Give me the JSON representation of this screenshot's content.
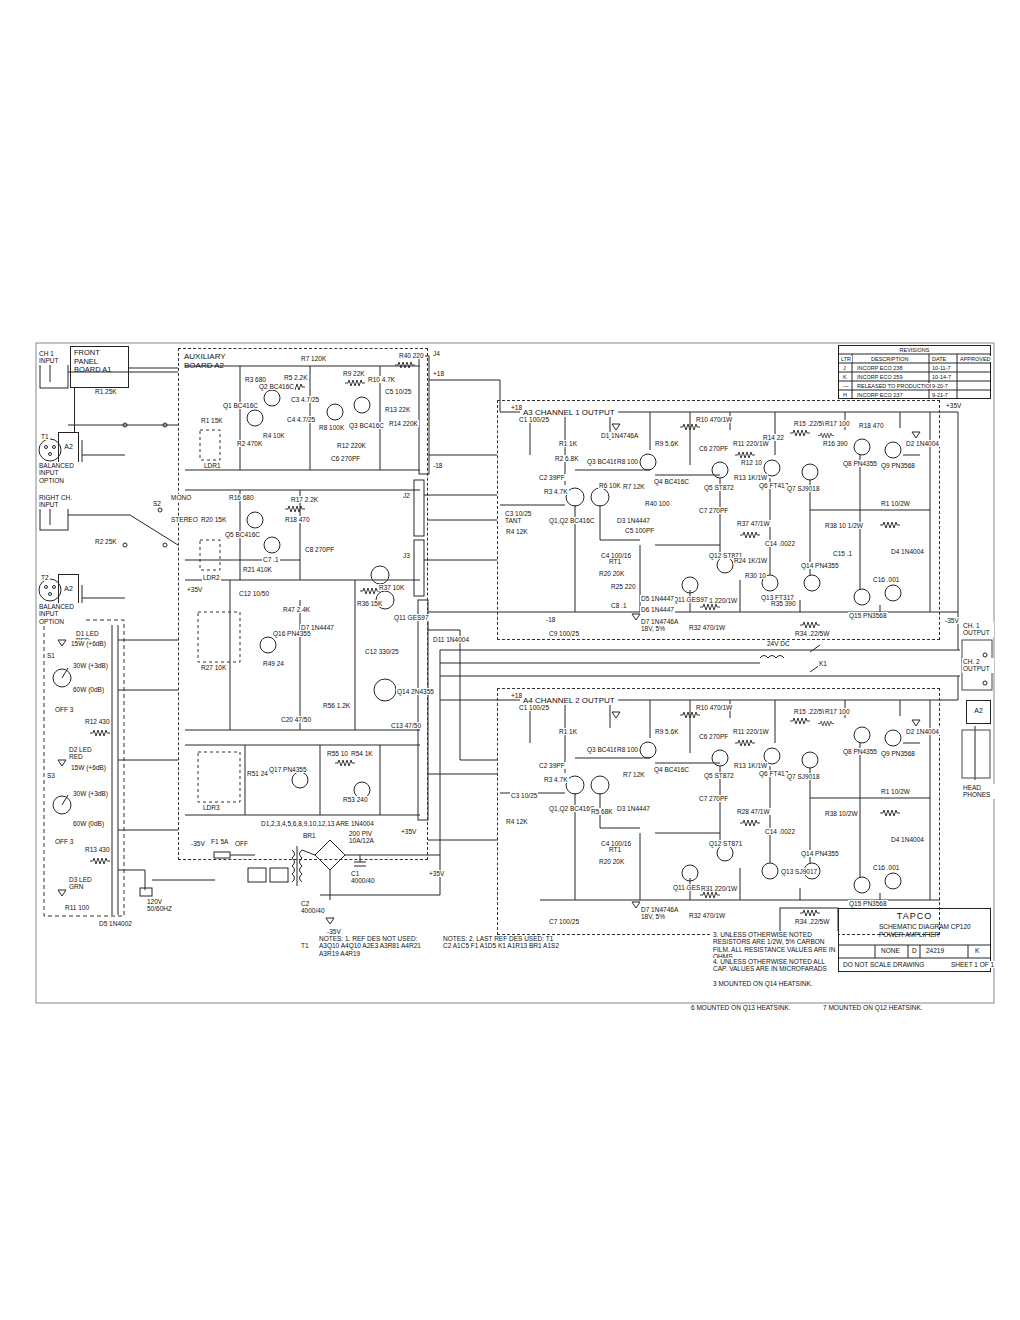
{
  "diagram": {
    "nodes": [
      {
        "text": [
          "FRONT PANEL BOARD A1"
        ]
      },
      {
        "text": [
          "AUXILIARY BOARD A2"
        ]
      },
      {
        "text": [
          "A3 CHANNEL 1 OUTPUT"
        ]
      },
      {
        "text": [
          "A4 CHANNEL 2 OUTPUT"
        ]
      },
      {
        "text": [
          "REVISIONS"
        ]
      },
      {
        "text": [
          "TAPCO",
          "SCHEMATIC DIAGRAM CP120 POWER AMPLIFIER"
        ]
      },
      {
        "text": [
          "A2"
        ]
      },
      {
        "text": [
          "A2"
        ]
      },
      {
        "text": [
          "A2"
        ]
      }
    ],
    "edges": [
      {
        "from": 0,
        "to": 1,
        "arrow": "none"
      },
      {
        "from": 1,
        "to": 2,
        "arrow": "none"
      },
      {
        "from": 1,
        "to": 3,
        "arrow": "none"
      },
      {
        "from": 6,
        "to": 0,
        "arrow": "none"
      }
    ],
    "labels": [
      "CH 1 INPUT",
      "R1 25K",
      "T1",
      "BALANCED INPUT OPTION",
      "RIGHT CH. INPUT",
      "R2 25K",
      "S2",
      "MONO",
      "STEREO",
      "T2",
      "BALANCED INPUT OPTION",
      "D1 LED RED",
      "S1",
      "15W (+6dB)",
      "30W (+3dB)",
      "60W (0dB)",
      "OFF 3",
      "R12 430",
      "D2 LED RED",
      "S3",
      "15W (+6dB)",
      "30W (+3dB)",
      "60W (0dB)",
      "OFF 3",
      "R13 430",
      "D3 LED GRN",
      "R11 100",
      "D5 1N4002",
      "120V 50/60HZ",
      "F1 5A",
      "OFF",
      "BR1",
      "200 PIV 10A/12A",
      "C1 4000/40",
      "C2 4000/40",
      "+35V",
      "-35V",
      "T1",
      "R1 15K",
      "LDR1",
      "R2 470K",
      "Q1 BC416C",
      "R3 680",
      "Q2 BC416C",
      "R4 10K",
      "R5 2.2K",
      "R7 120K",
      "C3 4.7/25",
      "C4 4.7/25",
      "R8 100K",
      "Q3 BC416C",
      "R9 22K",
      "R10 4.7K",
      "R12 220K",
      "C5 10/25",
      "R13 22K",
      "R14 220K",
      "C6 270PF",
      "R40 220",
      "J4",
      "-18",
      "+18",
      "R16 680",
      "Q5 BC416C",
      "R17 2.2K",
      "R18 470",
      "R20 15K",
      "C7 .1",
      "C8 270PF",
      "R21 410K",
      "LDR2",
      "J2",
      "J3",
      "+35V",
      "R27 10K",
      "C12 10/50",
      "R47 2.4K",
      "D7 1N4447",
      "Q16 PN4355",
      "R49 24",
      "C20 47/50",
      "R37 10K",
      "R36 15K",
      "Q11 GES97",
      "C12 330/25",
      "Q14 2N4355",
      "R56 1.2K",
      "C13 47/50",
      "D11 1N4004",
      "LDR3",
      "R51 24",
      "Q17 PN4355",
      "R55 10",
      "R54 1K",
      "R53 240",
      "D1,2,3,4,5,6,8,9,10,12,13 ARE 1N4004",
      "+35V",
      "-35V",
      "+18",
      "C1 100/25",
      "R1 1K",
      "R2 6.8K",
      "Q3 BC416C",
      "R8 100",
      "C2 39PF",
      "R3 4.7K",
      "C3 10/25 TANT",
      "R4 12K",
      "Q1,Q2 BC416C",
      "R6 10K",
      "R7 12K",
      "C5 100PF",
      "C4 100/16",
      "D3 1N4447",
      "R40 100",
      "D1 1N4746A",
      "R9 5.6K",
      "Q4 BC416C",
      "R10 470/1W",
      "C6 270PF",
      "Q5 ST872",
      "R11 220/1W",
      "R12 10",
      "R13 1K/1W",
      "C7 270PF",
      "R37 47/1W",
      "C14 .0022",
      "Q6 FT417",
      "R14 22",
      "Q7 SJ9018",
      "R15 .22/5W",
      "R17 100",
      "R16 390",
      "Q8 PN4355",
      "R18 470",
      "Q9 PN3568",
      "D2 1N4004",
      "+35V",
      "R38 10 1/2W",
      "R1 10/2W",
      "C15 .1",
      "D4 1N4004",
      "Q14 PN4355",
      "C16 .001",
      "Q15 PN3568",
      "R34 .22/5W",
      "R35 390",
      "Q13 FT317",
      "Q12 ST871",
      "R24 1K/1W",
      "R30 10",
      "R31 220/1W",
      "Q11 GES97",
      "RT1",
      "R20 20K",
      "R25 220",
      "D5 1N4447",
      "D6 1N4447",
      "C8 .1",
      "D7 1N4746A 18V, 5%",
      "R32 470/1W",
      "C9 100/25",
      "-18",
      "-35V",
      "24V DC",
      "K1",
      "CH. 1 OUTPUT",
      "CH. 2 OUTPUT",
      "HEAD PHONES",
      "+18",
      "C1 100/25",
      "R1 1K",
      "Q3 BC416C",
      "R8 100",
      "C2 39PF",
      "R3 4.7K",
      "C3 10/25",
      "R4 12K",
      "Q1,Q2 BC416C",
      "R5 68K",
      "R7 12K",
      "C4 100/16",
      "D3 1N4447",
      "R9 5.6K",
      "Q4 BC416C",
      "R10 470/1W",
      "C6 270PF",
      "Q5 ST872",
      "R11 220/1W",
      "R13 1K/1W",
      "C7 270PF",
      "R28 47/1W",
      "C14 .0022",
      "Q6 FT417",
      "Q7 SJ9018",
      "R15 .22/5W",
      "R17 100",
      "Q8 PN4355",
      "Q9 PN3568",
      "D2 1N4004",
      "R38 10/2W",
      "R1 10/2W",
      "D4 1N4004",
      "Q14 PN4355",
      "Q13 SJ9017",
      "Q12 ST871",
      "Q11 GES97",
      "R31 220/1W",
      "R34 .22/5W",
      "Q15 PN3568",
      "C16 .001",
      "D7 1N4746A 18V, 5%",
      "R32 470/1W",
      "C7 100/25",
      "R20 20K",
      "RT1",
      "LTR",
      "DESCRIPTION",
      "DATE",
      "APPROVED",
      "J",
      "INCORP ECO 238",
      "10-11-7",
      "K",
      "INCORP ECO 259",
      "10-14-7",
      "—",
      "RELEASED TO PRODUCTION",
      "9-20-7",
      "H",
      "INCORP ECO 237",
      "9-21-7",
      "NONE",
      "D",
      "24219",
      "K",
      "DO NOT SCALE DRAWING",
      "SHEET 1 OF 1",
      "NOTES: 1. REF DES NOT USED: A3Q10 A4Q10 A2E3 A3R81 A4R21 A3R19 A4R19",
      "NOTES: 2. LAST REF DES USED: T1 C2 A1C5 F1 A1D5 K1 A1R13 BR1 A1S2",
      "3. UNLESS OTHERWISE NOTED RESISTORS ARE 1/2W, 5% CARBON FILM. ALL RESISTANCE VALUES ARE IN OHMS.",
      "4. UNLESS OTHERWISE NOTED ALL CAP. VALUES ARE IN MICROFARADS",
      "3 MOUNTED ON Q14 HEATSINK.",
      "6 MOUNTED ON Q13 HEATSINK.",
      "7 MOUNTED ON Q12 HEATSINK."
    ]
  }
}
